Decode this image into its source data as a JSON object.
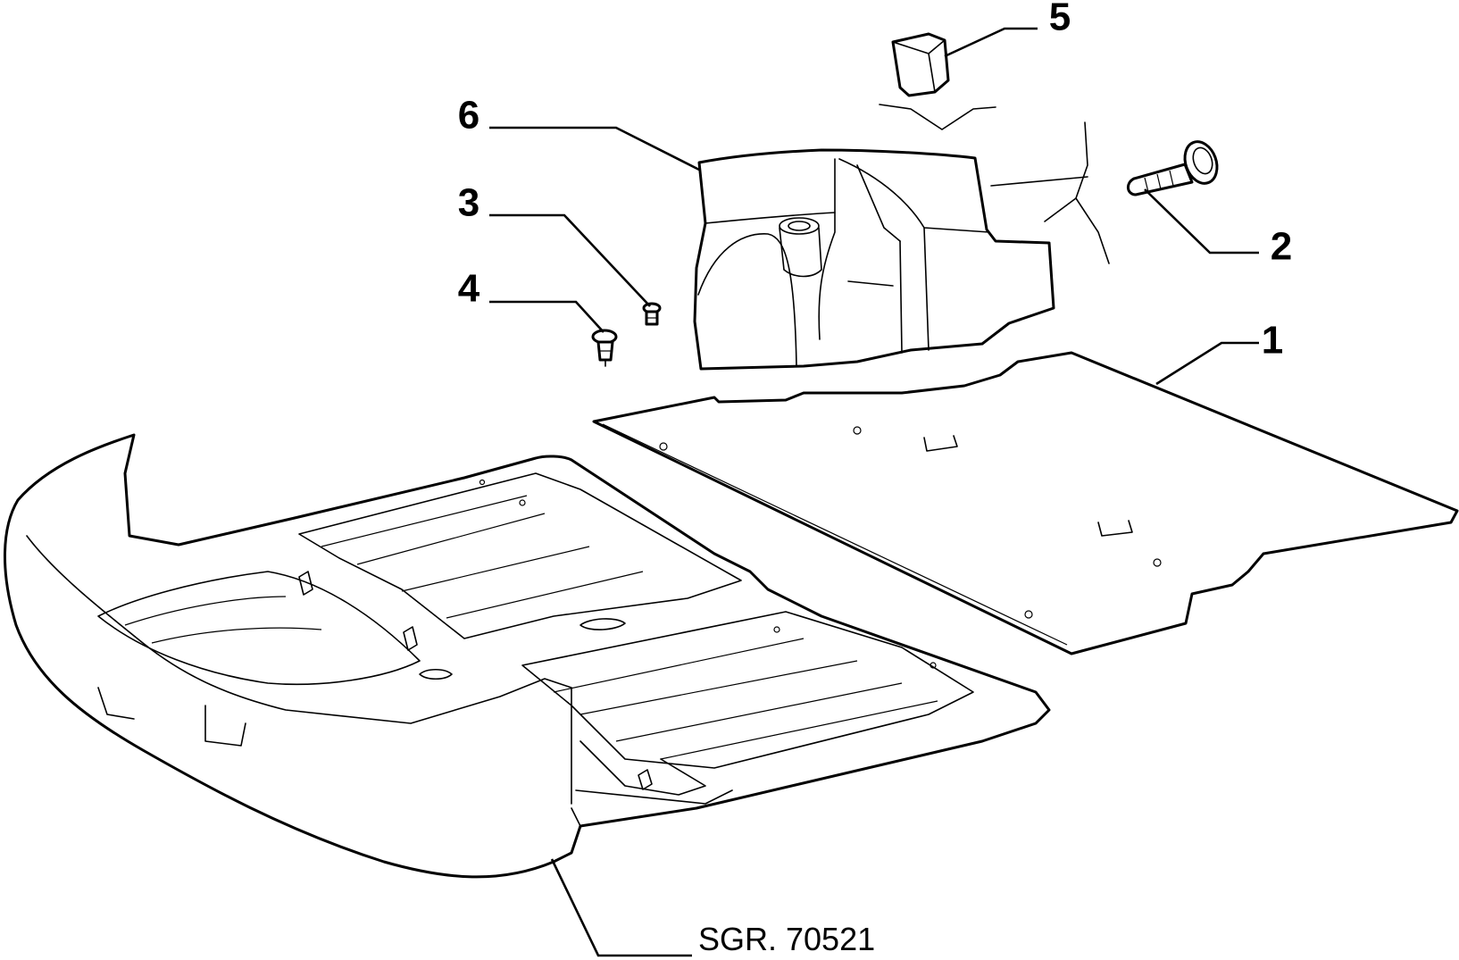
{
  "callouts": {
    "c1": "1",
    "c2": "2",
    "c3": "3",
    "c4": "4",
    "c5": "5",
    "c6": "6"
  },
  "drawing_ref": "SGR. 70521"
}
